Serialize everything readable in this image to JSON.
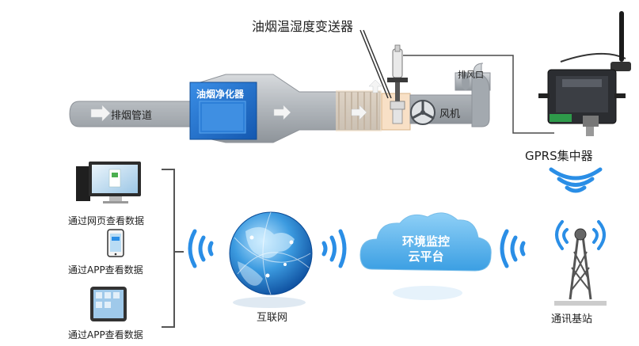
{
  "title": "油烟温湿度变送器",
  "pipe": {
    "duct_label": "排烟管道",
    "purifier_label": "油烟净化器",
    "fan_label": "风机",
    "outlet_label": "排风口"
  },
  "gprs": {
    "label": "GPRS集中器"
  },
  "devices": [
    {
      "label": "通过网页查看数据",
      "icon": "desktop-computer-icon"
    },
    {
      "label": "通过APP查看数据",
      "icon": "smartphone-icon"
    },
    {
      "label": "通过APP查看数据",
      "icon": "tablet-icon"
    }
  ],
  "internet": {
    "label": "互联网",
    "icon": "globe-icon"
  },
  "cloud": {
    "line1": "环境监控",
    "line2": "云平台",
    "icon": "cloud-icon"
  },
  "tower": {
    "label": "通讯基站",
    "icon": "tower-icon"
  },
  "colors": {
    "pipe": "#b9bec4",
    "purifier": "#1e6fc9",
    "wifi": "#2a8ee6",
    "cloud": "#5ab3ee",
    "arrow": "#f2f2f2"
  }
}
